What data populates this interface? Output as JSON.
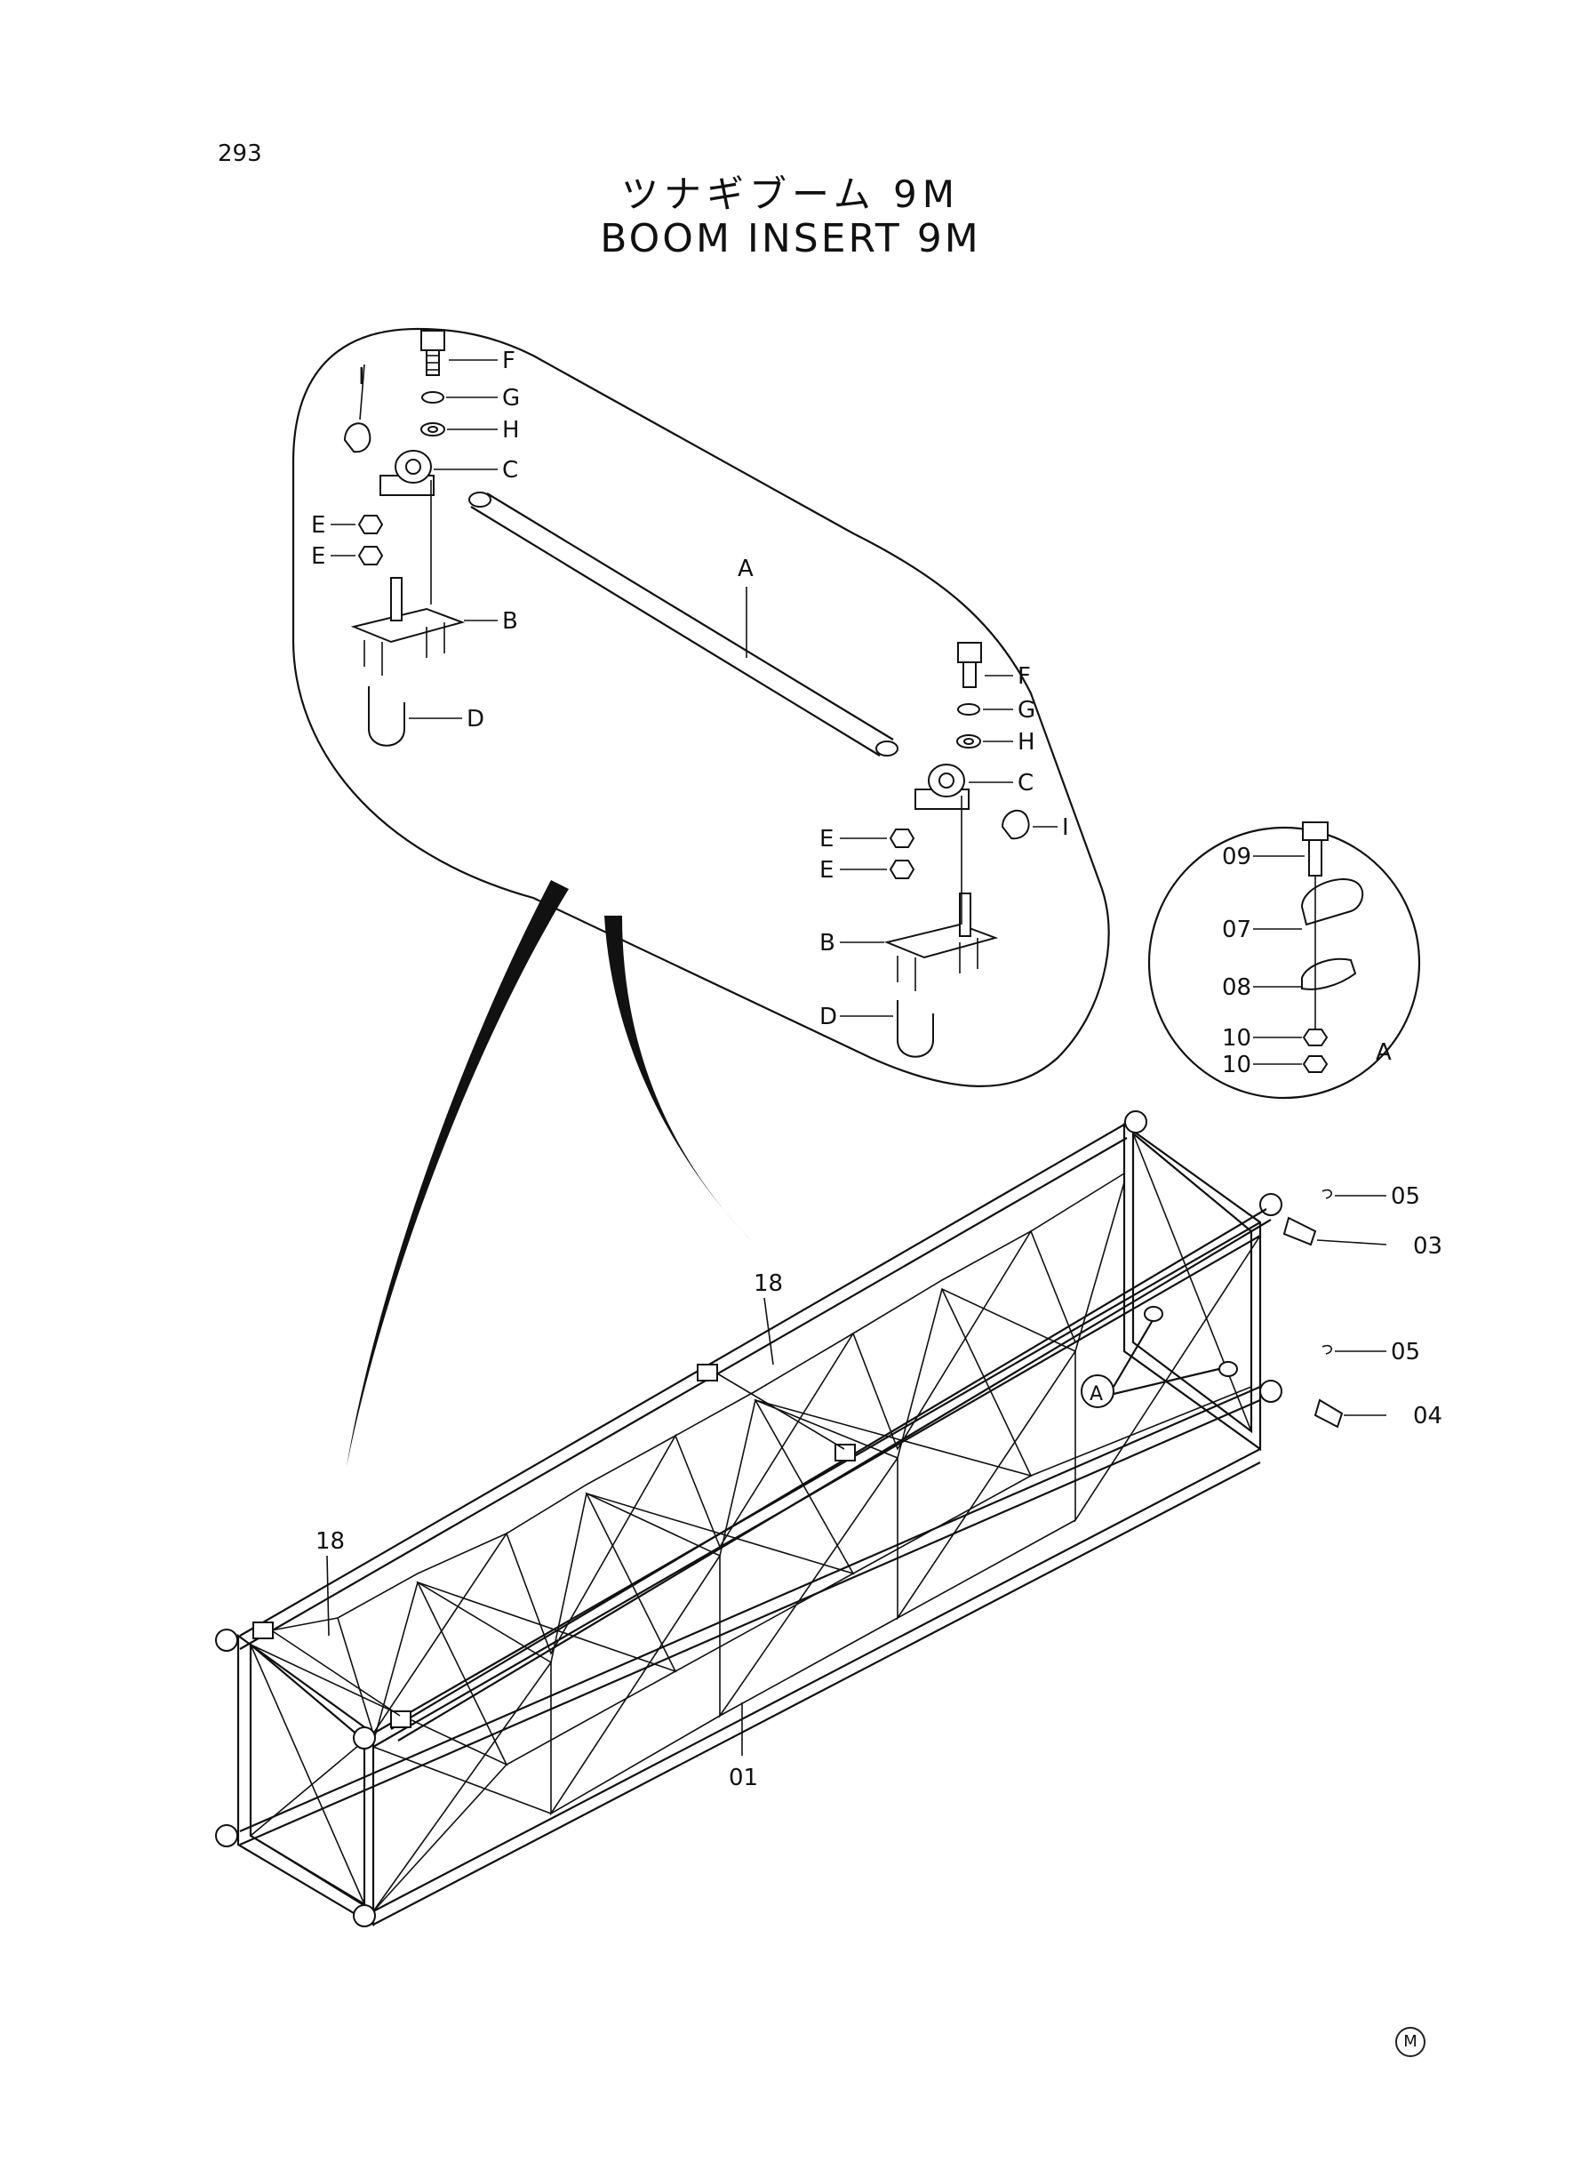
{
  "page_number": "293",
  "title_jp": "ツナギブーム 9M",
  "title_en": "BOOM INSERT 9M",
  "mark": "M",
  "detail_labels": {
    "f_top": "F",
    "g_top": "G",
    "h_top": "H",
    "c_top": "C",
    "i_top": "I",
    "e1_top": "E",
    "e2_top": "E",
    "b_top": "B",
    "d_top": "D",
    "a": "A",
    "f_bot": "F",
    "g_bot": "G",
    "h_bot": "H",
    "c_bot": "C",
    "i_bot": "I",
    "e1_bot": "E",
    "e2_bot": "E",
    "b_bot": "B",
    "d_bot": "D"
  },
  "clamp_detail_labels": {
    "p09": "09",
    "p07": "07",
    "p08": "08",
    "p10a": "10",
    "p10b": "10",
    "a": "A"
  },
  "main_labels": {
    "p05a": "05",
    "p03": "03",
    "p05b": "05",
    "p04": "04",
    "p18_top": "18",
    "p18_left": "18",
    "p01": "01",
    "a_circle": "A"
  }
}
